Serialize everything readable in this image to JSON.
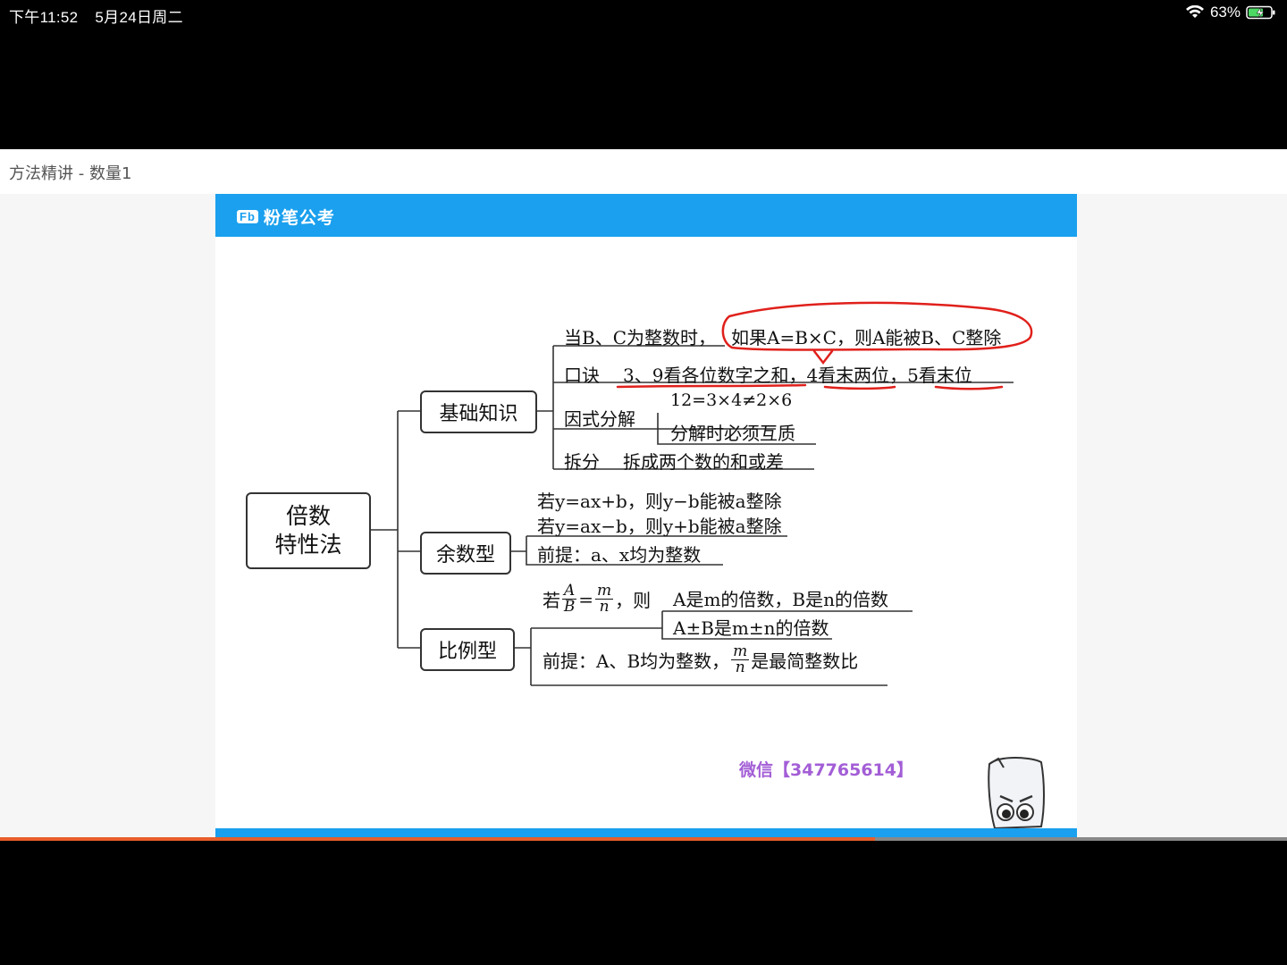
{
  "status_bar": {
    "time": "下午11:52",
    "date": "5月24日周二",
    "battery": "63%"
  },
  "window": {
    "title": "方法精讲 - 数量1"
  },
  "slide": {
    "brand_mark": "Fb",
    "brand": "粉笔公考",
    "root": "倍数\n特性法",
    "branch_basic": "基础知识",
    "branch_remainder": "余数型",
    "branch_ratio": "比例型",
    "basic_rule_prefix": "当B、C为整数时，",
    "basic_rule": "如果A=B×C，则A能被B、C整除",
    "mnemonic_label": "口诀",
    "mnemonic": "3、9看各位数字之和，4看末两位，5看末位",
    "factor_label": "因式分解",
    "factor_example": "12=3×4≠2×6",
    "factor_note": "分解时必须互质",
    "split_label": "拆分",
    "split_note": "拆成两个数的和或差",
    "rem_line1": "若y=ax+b，则y−b能被a整除",
    "rem_line2": "若y=ax−b，则y+b能被a整除",
    "rem_premise": "前提：a、x均为整数",
    "ratio_if": "若",
    "ratio_frac1_num": "A",
    "ratio_frac1_den": "B",
    "ratio_eq": "=",
    "ratio_frac2_num": "m",
    "ratio_frac2_den": "n",
    "ratio_then": "，则",
    "ratio_result1": "A是m的倍数，B是n的倍数",
    "ratio_result2": "A±B是m±n的倍数",
    "ratio_premise_prefix": "前提：A、B均为整数，",
    "ratio_premise_num": "m",
    "ratio_premise_den": "n",
    "ratio_premise_suffix": "是最简整数比",
    "wechat": "微信【347765614】"
  },
  "playback": {
    "progress": 0.68
  },
  "colors": {
    "header_blue": "#1aa0ee",
    "annotation_red": "#e0201b",
    "progress_orange": "#e85d2a",
    "wechat_purple": "#a35ed6"
  }
}
